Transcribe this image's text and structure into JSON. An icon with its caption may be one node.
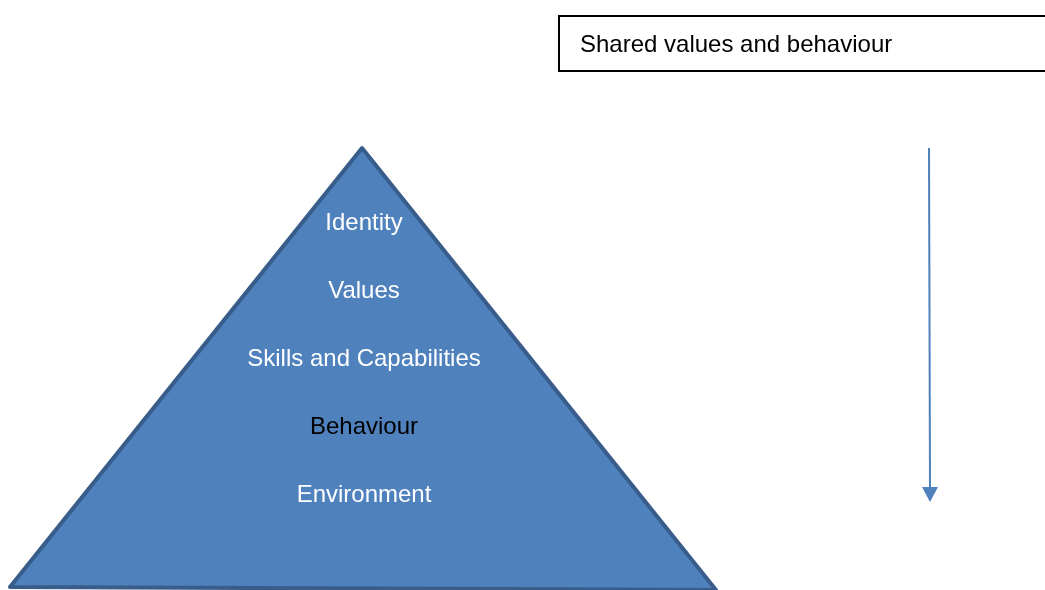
{
  "diagram": {
    "nodes": [
      {
        "text": [
          "Shared values and behaviour"
        ]
      },
      {
        "text": [
          "Identity",
          "Values",
          "Skills and Capabilities",
          "Behaviour",
          "Environment"
        ]
      }
    ]
  }
}
